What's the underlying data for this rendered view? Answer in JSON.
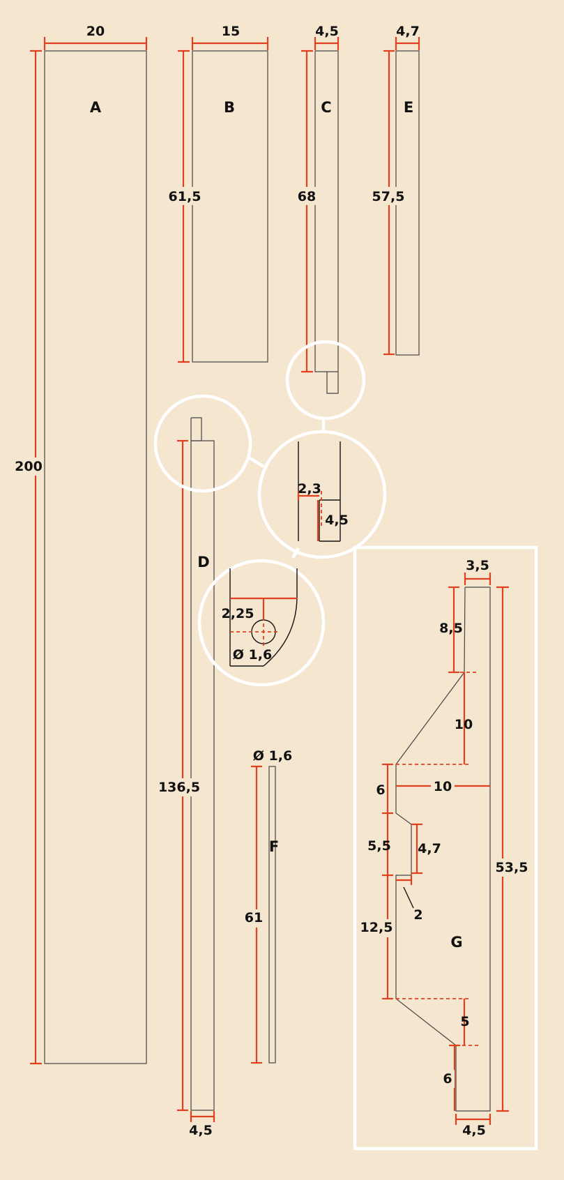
{
  "parts": {
    "A": {
      "label": "A",
      "width": "20",
      "length": "200"
    },
    "B": {
      "label": "B",
      "width": "15",
      "length": "61,5"
    },
    "C": {
      "label": "C",
      "width": "4,5",
      "length": "68"
    },
    "D": {
      "label": "D",
      "width": "4,5",
      "length": "136,5"
    },
    "E": {
      "label": "E",
      "width": "4,7",
      "length": "57,5"
    },
    "F": {
      "label": "F",
      "diameter": "Ø 1,6",
      "length": "61"
    },
    "G": {
      "label": "G",
      "top_width": "3,5",
      "bottom_width": "4,5",
      "total_height": "53,5",
      "top_straight": "8,5",
      "taper": "10",
      "offset": "10",
      "left_segment_1": "6",
      "notch_height": "5,5",
      "notch_depth": "4,7",
      "notch_step": "2",
      "left_segment_2": "12,5",
      "bottom_taper": "5",
      "bottom_segment": "6"
    }
  },
  "details": {
    "tenon": {
      "width": "2,3",
      "length": "4,5"
    },
    "hole": {
      "offset": "2,25",
      "diameter": "Ø 1,6"
    }
  }
}
